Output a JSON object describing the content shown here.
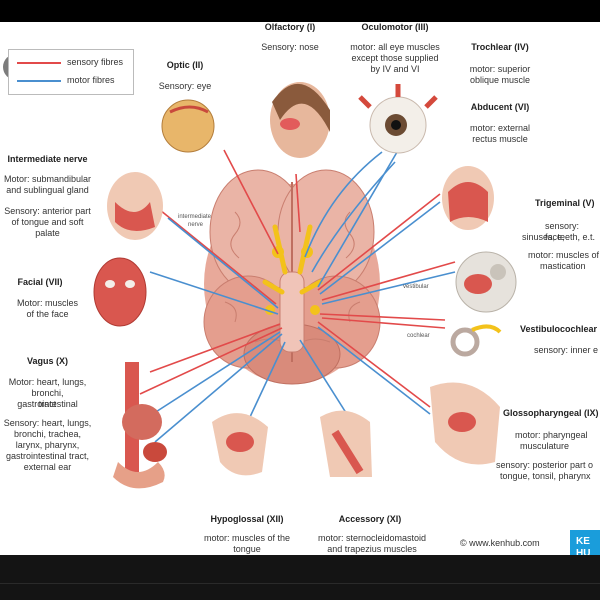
{
  "legend": {
    "sensory": "sensory fibres",
    "motor": "motor fibres"
  },
  "colors": {
    "sensory": "#e24a4a",
    "motor": "#4a8fcf",
    "brand": "#1a9ddb"
  },
  "nerves": {
    "olfactory": {
      "name": "Olfactory (I)",
      "d1": "Sensory: nose"
    },
    "oculomotor": {
      "name": "Oculomotor (III)",
      "d1": "motor: all eye muscles",
      "d2": "except those supplied",
      "d3": "by IV and VI"
    },
    "trochlear": {
      "name": "Trochlear (IV)",
      "d1": "motor: superior",
      "d2": "oblique muscle"
    },
    "optic": {
      "name": "Optic (II)",
      "d1": "Sensory: eye"
    },
    "abducent": {
      "name": "Abducent (VI)",
      "d1": "motor: external",
      "d2": "rectus muscle"
    },
    "intermediate": {
      "name": "Intermediate nerve",
      "d1": "Motor: submandibular",
      "d2": "and sublingual gland",
      "d3": "Sensory: anterior part",
      "d4": "of tongue and soft",
      "d5": "palate"
    },
    "trigeminal": {
      "name": "Trigeminal (V)",
      "d1": "sensory: face,",
      "d2": "sinuses, teeth, e.t.",
      "d3": "motor: muscles of",
      "d4": "mastication"
    },
    "facial": {
      "name": "Facial (VII)",
      "d1": "Motor: muscles",
      "d2": "of the face"
    },
    "vestibulocochlear": {
      "name": "Vestibulocochlear",
      "d1": "sensory: inner e"
    },
    "vagus": {
      "name": "Vagus (X)",
      "d1": "Motor: heart, lungs,",
      "d2": "bronchi, gastrointestinal",
      "d3": "tract",
      "d4": "Sensory: heart, lungs,",
      "d5": "bronchi, trachea,",
      "d6": "larynx, pharynx,",
      "d7": "gastrointestinal tract,",
      "d8": "external ear"
    },
    "glossopharyngeal": {
      "name": "Glossopharyngeal (IX)",
      "d1": "motor: pharyngeal",
      "d2": "musculature",
      "d3": "sensory: posterior part o",
      "d4": "tongue, tonsil, pharynx"
    },
    "hypoglossal": {
      "name": "Hypoglossal (XII)",
      "d1": "motor: muscles of the",
      "d2": "tongue"
    },
    "accessory": {
      "name": "Accessory (XI)",
      "d1": "motor: sternocleidomastoid",
      "d2": "and trapezius muscles"
    }
  },
  "small_labels": {
    "intermediate": "intermediate",
    "nerve": "nerve",
    "vestibular": "vestibular",
    "cochlear": "cochlear"
  },
  "copyright": "© www.kenhub.com",
  "brand": {
    "line1": "KE",
    "line2": "HU"
  }
}
